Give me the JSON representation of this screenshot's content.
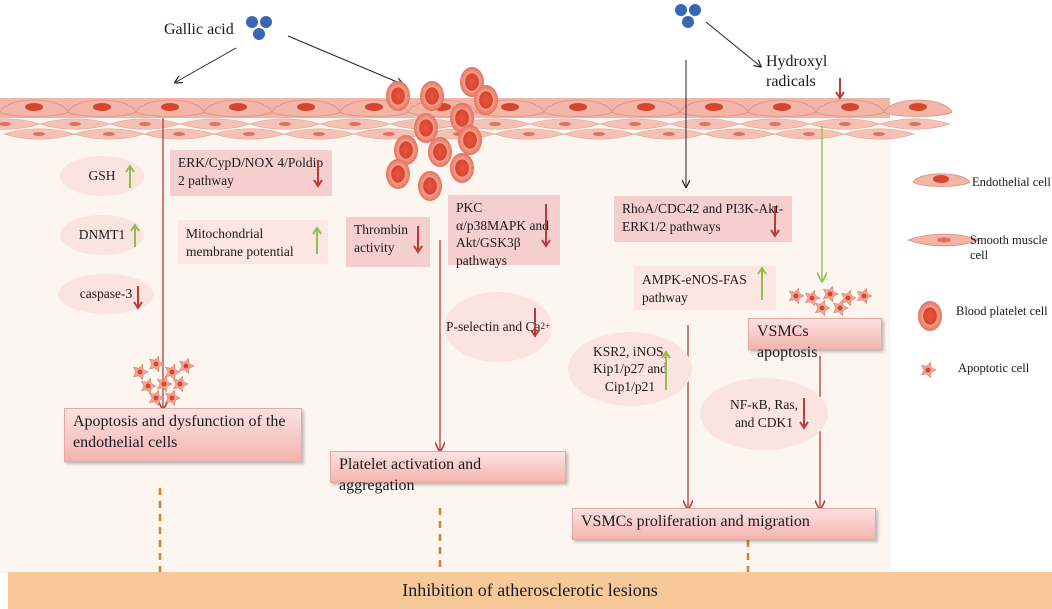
{
  "top": {
    "gallic_acid": "Gallic acid",
    "hydroxyl": "Hydroxyl radicals"
  },
  "left": {
    "gsh": "GSH",
    "dnmt1": "DNMT1",
    "caspase3": "caspase-3",
    "erk_pathway": "ERK/CypD/NOX 4/Poldip 2 pathway",
    "mito": "Mitochondrial membrane potential",
    "outcome": "Apoptosis and dysfunction of the endothelial cells"
  },
  "middle": {
    "thrombin": "Thrombin activity",
    "pkc": "PKC α/p38MAPK and Akt/GSK3β pathways",
    "pselectin": "P-selectin and Ca",
    "pselectin_sup": "2+",
    "outcome": "Platelet activation and aggregation"
  },
  "right": {
    "rhoa": "RhoA/CDC42 and PI3K-Akt-ERK1/2 pathways",
    "ampk": "AMPK-eNOS-FAS pathway",
    "ksr2": "KSR2, iNOS, Kip1/p27 and Cip1/p21",
    "nfkb": "NF-κB, Ras, and CDK1",
    "vsmc_apoptosis": "VSMCs apoptosis",
    "vsmc_prolif": "VSMCs proliferation and migration"
  },
  "legend": {
    "endothelial": "Endothelial cell",
    "smooth_muscle": "Smooth muscle cell",
    "platelet": "Blood platelet cell",
    "apoptotic": "Apoptotic cell"
  },
  "bottom": "Inhibition of atherosclerotic lesions",
  "colors": {
    "up_arrow": "#8dc04a",
    "down_arrow": "#b83a3a",
    "endothelium": "#f2b6a8",
    "platelet": "#e0503a",
    "vessel_bg": "#fdf6f0",
    "bottom_bar": "#f6c89a",
    "dash": "#e07b2a"
  }
}
